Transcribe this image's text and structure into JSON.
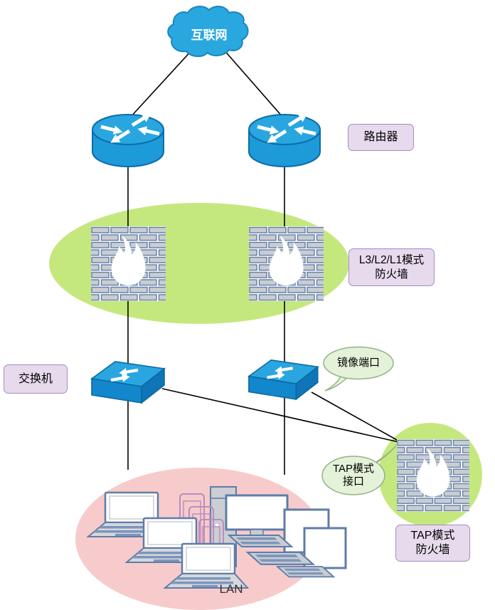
{
  "diagram": {
    "internet_cloud_label": "互联网",
    "router_label": "路由器",
    "l3_firewall_label_line1": "L3/L2/L1模式",
    "l3_firewall_label_line2": "防火墙",
    "switch_label": "交换机",
    "mirror_port_bubble_label": "镜像端口",
    "tap_interface_bubble_line1": "TAP模式",
    "tap_interface_bubble_line2": "接口",
    "tap_firewall_label_line1": "TAP模式",
    "tap_firewall_label_line2": "防火墙",
    "lan_label": "LAN"
  },
  "colors": {
    "device_blue": "#1d9ad8",
    "device_blue_top": "#29a6e0",
    "device_blue_dark": "#0c6ca8",
    "zone_green": "#c5e87e",
    "zone_pink": "#f7cbcb",
    "label_fill": "#e6daec",
    "label_border": "#a38cc2",
    "bubble_fill": "#e4f2d9",
    "bubble_border": "#94b285",
    "brick_fill": "#c9cdd1",
    "brick_border": "#5f7ca8",
    "connector": "#000000"
  }
}
